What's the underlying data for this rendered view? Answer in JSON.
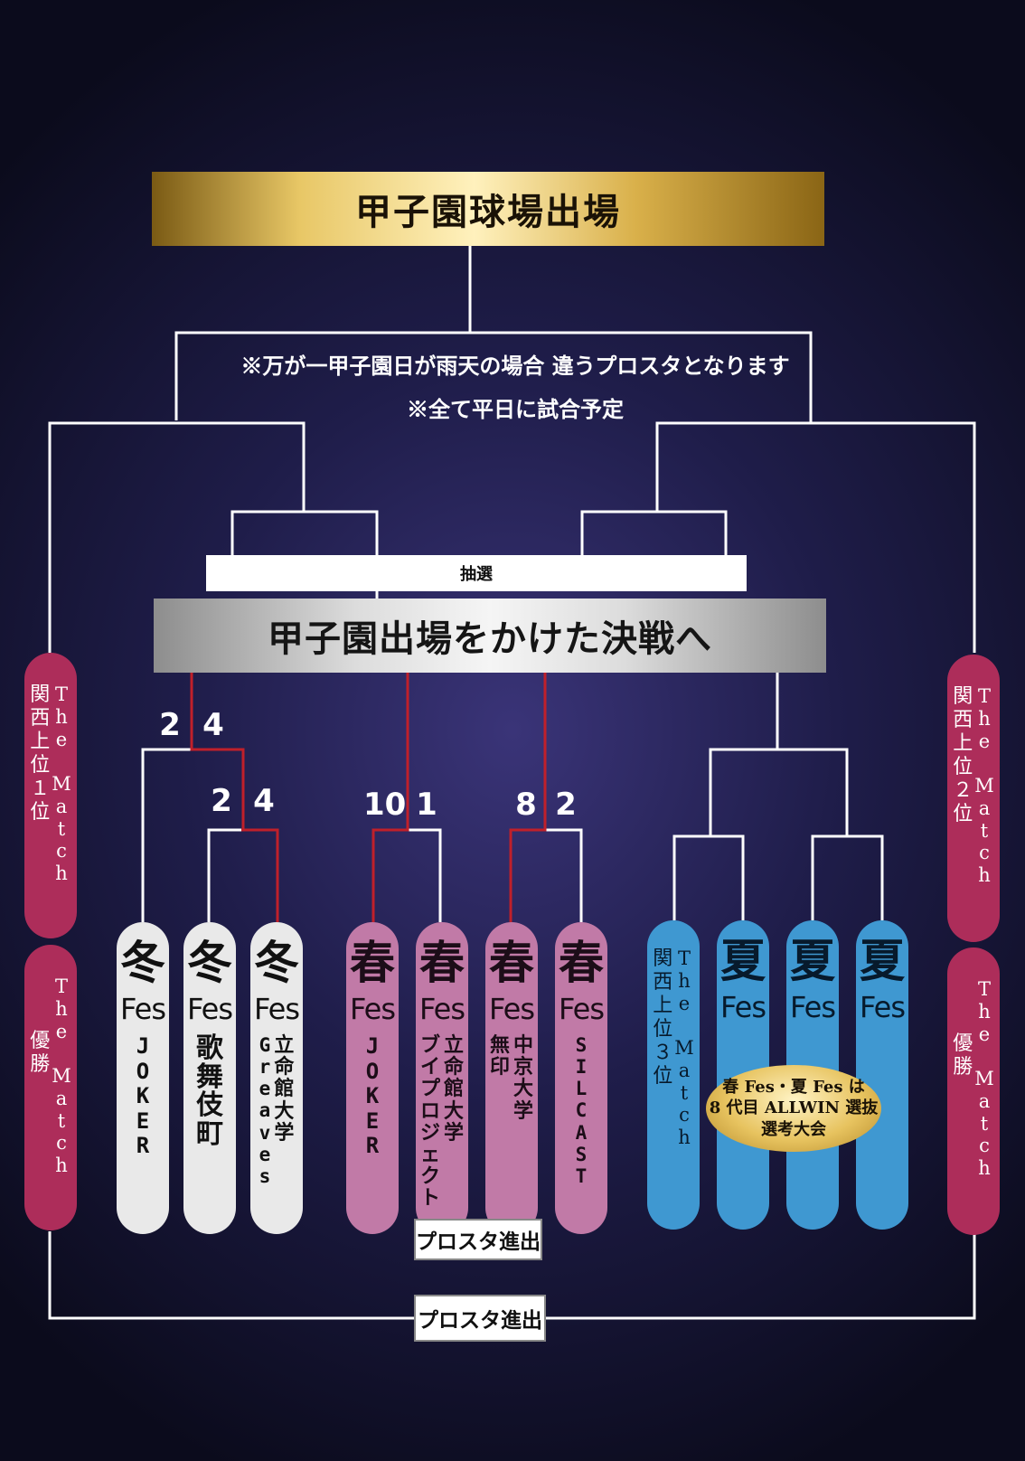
{
  "title": "甲子園球場出場",
  "notes": [
    "※万が一甲子園日が雨天の場合 違うプロスタとなります",
    "※全て平日に試合予定"
  ],
  "draw_label": "抽選",
  "final_label": "甲子園出場をかけた決戦へ",
  "scores": {
    "r1_left": "2",
    "r1_right": "4",
    "r2_left": "2",
    "r2_right": "4",
    "r3_left": "10",
    "r3_right": "1",
    "r4_left": "8",
    "r4_right": "2"
  },
  "teams": {
    "w1": {
      "season": "冬",
      "fes": "Fes",
      "name": "J\nO\nK\nE\nR"
    },
    "w2": {
      "season": "冬",
      "fes": "Fes",
      "name": "歌\n舞\n伎\n町"
    },
    "w3": {
      "season": "冬",
      "fes": "Fes",
      "name_a": "立\n命\n館\n大\n学",
      "name_b": "G\nr\ne\na\nv\ne\ns"
    },
    "s1": {
      "season": "春",
      "fes": "Fes",
      "name": "J\nO\nK\nE\nR"
    },
    "s2": {
      "season": "春",
      "fes": "Fes",
      "name_a": "立\n命\n館\n大\n学",
      "name_b": "ブ\nイ\nプ\nロ\nジ\nェ\nク\nト"
    },
    "s3": {
      "season": "春",
      "fes": "Fes",
      "name_a": "中\n京\n大\n学",
      "name_b": "無\n印"
    },
    "s4": {
      "season": "春",
      "fes": "Fes",
      "name": "S\nI\nL\nC\nA\nS\nT"
    },
    "u1": {
      "title": "T\nh\ne\n\nM\na\nt\nc\nh",
      "sub": "関\n西\n上\n位\n３\n位"
    },
    "u2": {
      "season": "夏",
      "fes": "Fes"
    },
    "u3": {
      "season": "夏",
      "fes": "Fes"
    },
    "u4": {
      "season": "夏",
      "fes": "Fes"
    }
  },
  "side": {
    "left_top": {
      "title": "T\nh\ne\n\nM\na\nt\nc\nh",
      "sub": "関\n西\n上\n位\n１\n位"
    },
    "left_bottom": {
      "title": "T\nh\ne\n\nM\na\nt\nc\nh",
      "sub": "優\n勝"
    },
    "right_top": {
      "title": "T\nh\ne\n\nM\na\nt\nc\nh",
      "sub": "関\n西\n上\n位\n２\n位"
    },
    "right_bottom": {
      "title": "T\nh\ne\n\nM\na\nt\nc\nh",
      "sub": "優\n勝"
    }
  },
  "oval": {
    "line1": "春 Fes・夏 Fes は",
    "line2": "8 代目 ALLWIN 選抜",
    "line3": "選考大会"
  },
  "prosta_center": "プロスタ進出",
  "prosta_bottom": "プロスタ進出",
  "colors": {
    "line": "#ffffff",
    "winner_line": "#c0202a",
    "gold": "#e8c766",
    "winter": "#e9e9e9",
    "spring": "#c17aa7",
    "summer": "#3f98d1",
    "side": "#ad2d5a"
  }
}
